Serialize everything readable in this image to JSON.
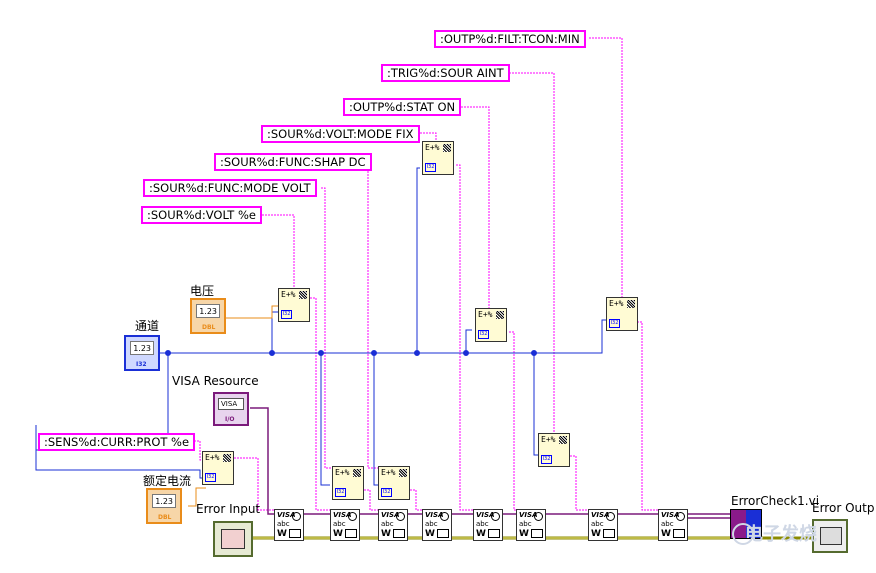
{
  "constants": {
    "filt_tcon": ":OUTP%d:FILT:TCON:MIN",
    "trig_sour": ":TRIG%d:SOUR AINT",
    "outp_stat": ":OUTP%d:STAT ON",
    "volt_mode": ":SOUR%d:VOLT:MODE FIX",
    "func_shap": ":SOUR%d:FUNC:SHAP DC",
    "func_mode": ":SOUR%d:FUNC:MODE VOLT",
    "volt_e": ":SOUR%d:VOLT %e",
    "sens_curr": ":SENS%d:CURR:PROT %e"
  },
  "labels": {
    "voltage": "电压",
    "channel": "通道",
    "visa_resource": "VISA Resource",
    "rated_current": "额定电流",
    "error_input": "Error Input",
    "error_output": "Error Outp",
    "errorcheck": "ErrorCheck1.vi"
  },
  "control_values": {
    "numeric": "1.23",
    "dbl_tag": "DBL",
    "i32_tag": "I32",
    "visa_tag": "VISA",
    "io_tag": "I/O"
  },
  "node_glyphs": {
    "format": "E+%",
    "visa_top": "VISA",
    "visa_mid": "abc",
    "visa_bottom": "W"
  },
  "watermark": "电子发烧",
  "colors": {
    "string_wire": "#ff00ff",
    "int_wire": "#1a2fd6",
    "dbl_wire": "#e98c1a",
    "visa_wire": "#7b1a7b",
    "error_wire": "#8b8b00"
  }
}
